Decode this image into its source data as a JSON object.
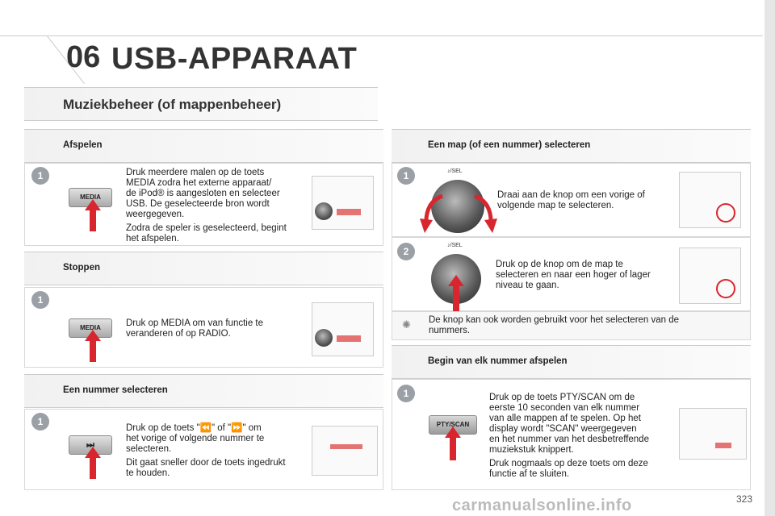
{
  "chapter": {
    "number": "06",
    "title": "USB-APPARAAT"
  },
  "section_title": "Muziekbeheer (of mappenbeheer)",
  "left": {
    "afspelen": {
      "header": "Afspelen",
      "badge": "1",
      "button_label": "MEDIA",
      "text_lines": [
        "Druk meerdere malen op de toets",
        "MEDIA zodra het externe apparaat/",
        "de iPod® is aangesloten en selecteer",
        "USB. De geselecteerde bron wordt",
        "weergegeven."
      ],
      "text2_lines": [
        "Zodra de speler is geselecteerd, begint",
        "het afspelen."
      ]
    },
    "stoppen": {
      "header": "Stoppen",
      "badge": "1",
      "button_label": "MEDIA",
      "text_lines": [
        "Druk op MEDIA om van functie te",
        "veranderen of op RADIO."
      ]
    },
    "nummer": {
      "header": "Een nummer selecteren",
      "badge": "1",
      "button_label": "⏭",
      "text_lines": [
        "Druk op de toets \"⏪\" of \"⏩\" om",
        "het vorige of volgende nummer te",
        "selecteren."
      ],
      "text2_lines": [
        "Dit gaat sneller door de toets ingedrukt",
        "te houden."
      ]
    }
  },
  "right": {
    "map": {
      "header": "Een map (of een nummer) selecteren",
      "step1": {
        "badge": "1",
        "knob_label": "♪/SEL",
        "text_lines": [
          "Draai aan de knop om een vorige of",
          "volgende map te selecteren."
        ]
      },
      "step2": {
        "badge": "2",
        "knob_label": "♪/SEL",
        "text_lines": [
          "Druk op de knop om de map te",
          "selecteren en naar een hoger of lager",
          "niveau te gaan."
        ]
      },
      "tip_lines": [
        "De knop kan ook worden gebruikt voor het selecteren van de",
        "nummers."
      ]
    },
    "begin": {
      "header": "Begin van elk nummer afspelen",
      "badge": "1",
      "button_label": "PTY/SCAN",
      "text_lines": [
        "Druk op de toets PTY/SCAN om de",
        "eerste 10 seconden van elk nummer",
        "van alle mappen af te spelen. Op het",
        "display wordt \"SCAN\" weergegeven",
        "en het nummer van het desbetreffende",
        "muziekstuk knippert."
      ],
      "text2_lines": [
        "Druk nogmaals op deze toets om deze",
        "functie af te sluiten."
      ]
    }
  },
  "page_number": "323",
  "watermark": "carmanualsonline.info",
  "colors": {
    "accent_red": "#d9262e",
    "badge_grey": "#9aa0a6"
  }
}
